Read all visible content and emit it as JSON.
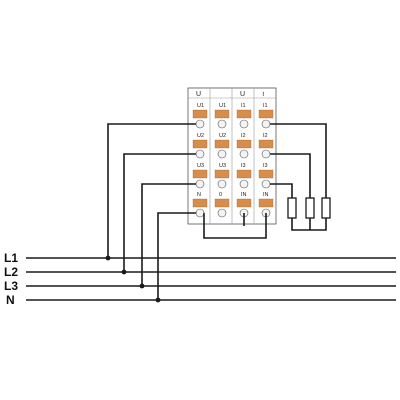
{
  "bus_lines": [
    {
      "id": "L1",
      "label": "L1"
    },
    {
      "id": "L2",
      "label": "L2"
    },
    {
      "id": "L3",
      "label": "L3"
    },
    {
      "id": "N",
      "label": "N"
    }
  ],
  "block": {
    "header_labels": [
      "U",
      "",
      "U",
      "≀"
    ],
    "rows": [
      [
        "U1",
        "U1",
        "I1",
        "I1"
      ],
      [
        "U2",
        "U2",
        "I2",
        "I2"
      ],
      [
        "U3",
        "U3",
        "I3",
        "I3"
      ],
      [
        "N",
        "0",
        "IN",
        "IN"
      ]
    ]
  },
  "colors": {
    "line": "#1a1a1a",
    "spring_contact": "#d98d4a",
    "background": "#ffffff"
  }
}
